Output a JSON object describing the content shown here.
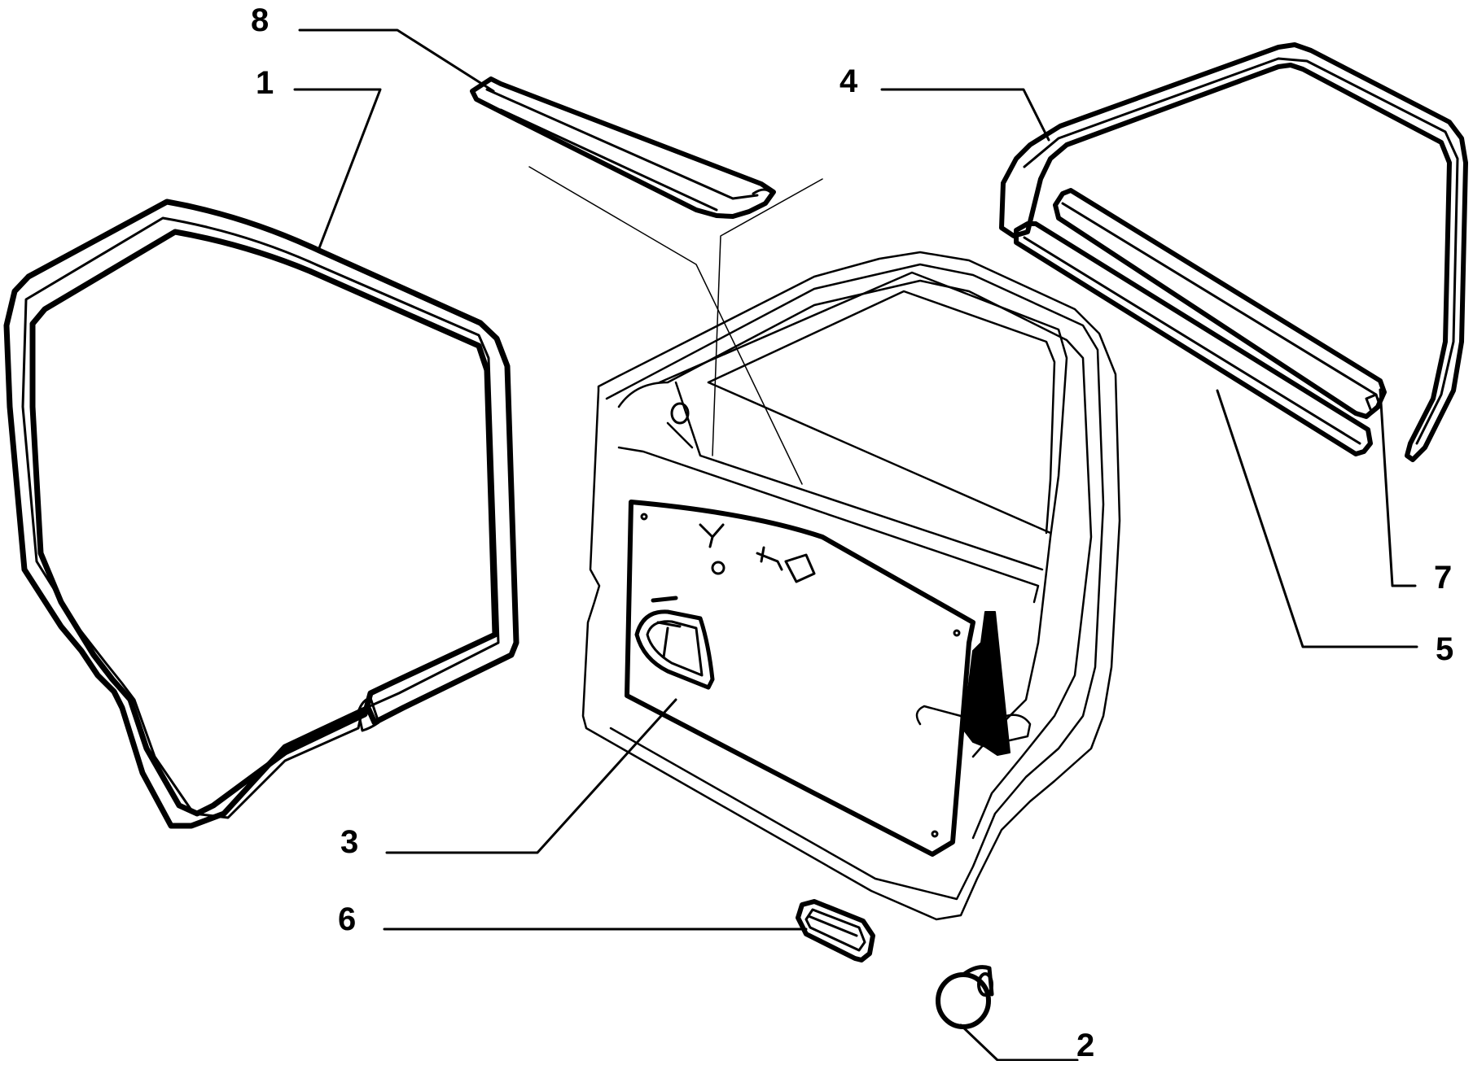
{
  "colors": {
    "line": "#000000",
    "background": "#ffffff",
    "fill_dark": "#000000"
  },
  "callouts": [
    {
      "id": "1",
      "label": "1"
    },
    {
      "id": "2",
      "label": "2"
    },
    {
      "id": "3",
      "label": "3"
    },
    {
      "id": "4",
      "label": "4"
    },
    {
      "id": "5",
      "label": "5"
    },
    {
      "id": "6",
      "label": "6"
    },
    {
      "id": "7",
      "label": "7"
    },
    {
      "id": "8",
      "label": "8"
    }
  ]
}
